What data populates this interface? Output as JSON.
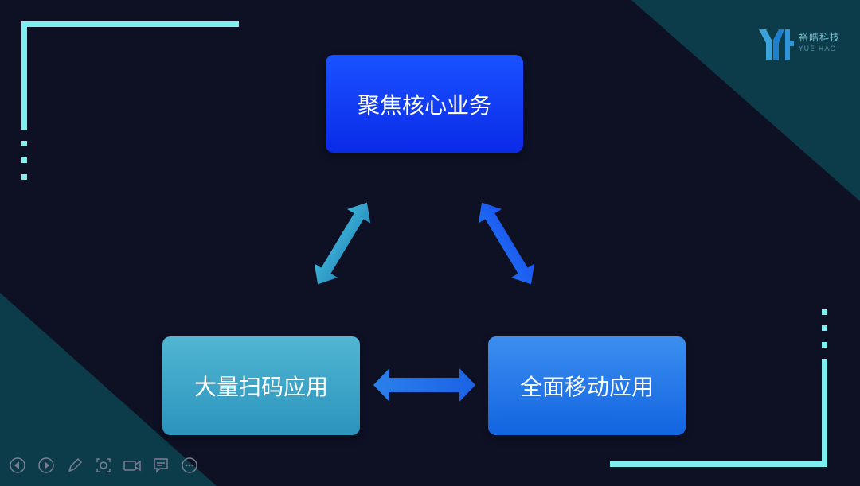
{
  "slide": {
    "boxes": {
      "top": "聚焦核心业务",
      "left": "大量扫码应用",
      "right": "全面移动应用"
    },
    "logo": {
      "name_cn": "裕皓科技",
      "name_en": "YUE HAO"
    }
  },
  "colors": {
    "background": "#0e1124",
    "corner_teal": "#0c3c4a",
    "frame_cyan": "#7ff0f0",
    "box_top": "#1a3cf6",
    "box_left": "#3aa5c8",
    "box_right": "#1a78ea"
  },
  "toolbar": {
    "icons": [
      "prev-icon",
      "next-icon",
      "pen-icon",
      "screenshot-icon",
      "camera-icon",
      "notes-icon",
      "more-icon"
    ]
  }
}
